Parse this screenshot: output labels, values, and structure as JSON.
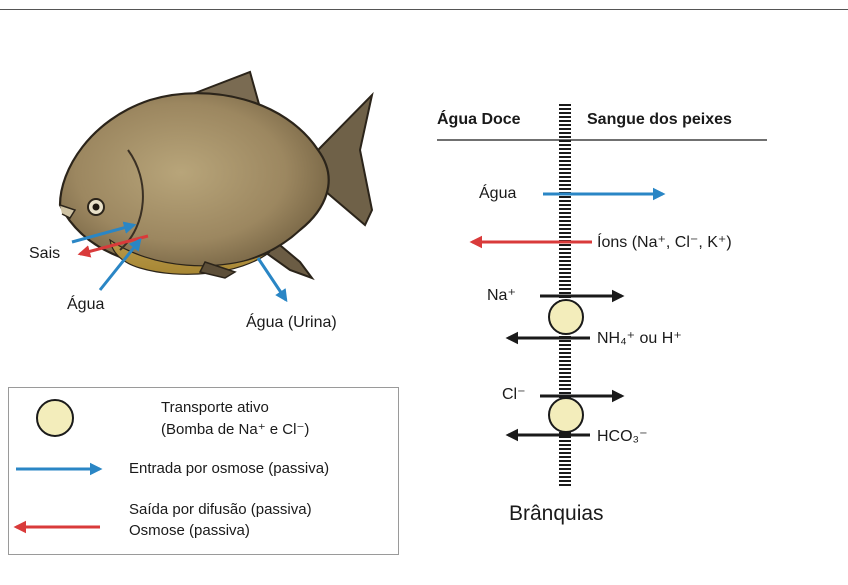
{
  "colors": {
    "blue": "#2a86c5",
    "red": "#d93a3a",
    "black": "#1a1a1a",
    "pump": "#f3edbb"
  },
  "fish": {
    "labels": {
      "sais": "Sais",
      "agua": "Água",
      "urina": "Água (Urina)"
    }
  },
  "gill": {
    "header_left": "Água Doce",
    "header_right": "Sangue dos peixes",
    "agua": "Água",
    "ions": "Íons (Na⁺, Cl⁻, K⁺)",
    "na": "Na⁺",
    "nh4": "NH₄⁺ ou H⁺",
    "cl": "Cl⁻",
    "hco3": "HCO₃⁻",
    "caption": "Brânquias"
  },
  "legend": {
    "pump_line1": "Transporte ativo",
    "pump_line2": "(Bomba de Na⁺ e Cl⁻)",
    "blue_text": "Entrada por osmose (passiva)",
    "red_line1": "Saída por difusão (passiva)",
    "red_line2": "Osmose (passiva)"
  }
}
